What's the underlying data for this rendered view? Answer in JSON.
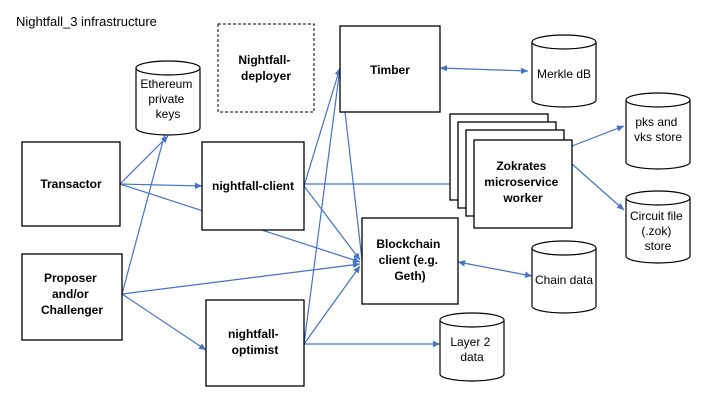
{
  "title": "Nightfall_3 infrastructure",
  "nodes": {
    "transactor": {
      "lines": [
        "Transactor"
      ]
    },
    "proposer": {
      "lines": [
        "Proposer",
        "and/or",
        "Challenger"
      ]
    },
    "nightfall_client": {
      "lines": [
        "nightfall-client"
      ]
    },
    "nightfall_optimist": {
      "lines": [
        "nightfall-",
        "optimist"
      ]
    },
    "nightfall_deployer": {
      "lines": [
        "Nightfall-",
        "deployer"
      ]
    },
    "timber": {
      "lines": [
        "Timber"
      ]
    },
    "blockchain_client": {
      "lines": [
        "Blockchain",
        "client (e.g.",
        "Geth)"
      ]
    },
    "zokrates": {
      "lines": [
        "Zokrates",
        "microservice",
        "worker"
      ]
    },
    "ethereum_keys": {
      "lines": [
        "Ethereum",
        "private",
        "keys"
      ]
    },
    "merkle_db": {
      "lines": [
        "Merkle dB"
      ]
    },
    "pks_vks": {
      "lines": [
        "pks and",
        "vks store"
      ]
    },
    "circuit_file": {
      "lines": [
        "Circuit file",
        "(.zok)",
        "store"
      ]
    },
    "chain_data": {
      "lines": [
        "Chain data"
      ]
    },
    "layer2_data": {
      "lines": [
        "Layer 2",
        "data"
      ]
    }
  },
  "colors": {
    "edge": "#4472C4",
    "stroke": "#000000",
    "fill": "#ffffff"
  }
}
